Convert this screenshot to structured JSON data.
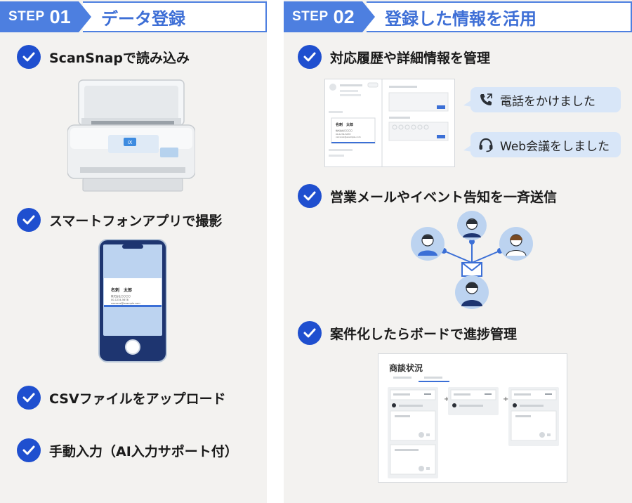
{
  "step1": {
    "badge_word": "STEP",
    "badge_num": "01",
    "title": "データ登録",
    "items": [
      {
        "label": "ScanSnapで読み込み"
      },
      {
        "label": "スマートフォンアプリで撮影"
      },
      {
        "label": "CSVファイルをアップロード"
      },
      {
        "label": "手動入力（AI入力サポート付）"
      }
    ]
  },
  "step2": {
    "badge_word": "STEP",
    "badge_num": "02",
    "title": "登録した情報を活用",
    "items": [
      {
        "label": "対応履歴や詳細情報を管理"
      },
      {
        "label": "営業メールやイベント告知を一斉送信"
      },
      {
        "label": "案件化したらボードで進捗管理"
      }
    ]
  },
  "bubbles": {
    "phone": "電話をかけました",
    "web": "Web会議をしました"
  },
  "card": {
    "name": "名刺　太郎",
    "company": "株式会社〇〇〇〇",
    "phone": "00-1234-5678",
    "email": "xxxxxxx@example.com"
  },
  "board": {
    "title": "商談状況"
  },
  "colors": {
    "accent": "#4d7fe0",
    "check": "#1f4fcf",
    "panel": "#f3f2f0",
    "bubble": "#d8e6f8"
  }
}
